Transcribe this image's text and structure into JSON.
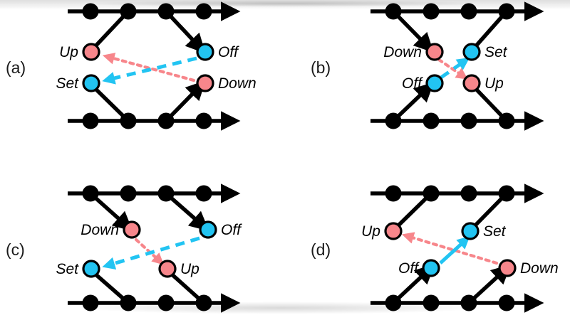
{
  "figure": {
    "description": "Four-panel schematic of two horizontal rails with black nodes and four colored state nodes labelled Up, Off, Set, Down connected by dashed pink and cyan arrows",
    "colors": {
      "pink": "#F7868B",
      "cyan": "#22C4F2",
      "black": "#000000",
      "background": "#FFFFFF"
    }
  },
  "panels": [
    {
      "id": "a",
      "label": "(a)",
      "nodes": [
        {
          "key": "up",
          "label": "Up",
          "color": "pink",
          "label_side": "left"
        },
        {
          "key": "off",
          "label": "Off",
          "color": "cyan",
          "label_side": "right"
        },
        {
          "key": "set",
          "label": "Set",
          "color": "cyan",
          "label_side": "left"
        },
        {
          "key": "down",
          "label": "Down",
          "color": "pink",
          "label_side": "right"
        }
      ],
      "arrows": [
        {
          "from": "down",
          "to": "up",
          "color": "pink",
          "style": "dotted"
        },
        {
          "from": "off",
          "to": "set",
          "color": "cyan",
          "style": "dashed"
        }
      ]
    },
    {
      "id": "b",
      "label": "(b)",
      "nodes": [
        {
          "key": "down",
          "label": "Down",
          "color": "pink",
          "label_side": "left"
        },
        {
          "key": "set",
          "label": "Set",
          "color": "cyan",
          "label_side": "right"
        },
        {
          "key": "off",
          "label": "Off",
          "color": "cyan",
          "label_side": "left"
        },
        {
          "key": "up",
          "label": "Up",
          "color": "pink",
          "label_side": "right"
        }
      ],
      "arrows": [
        {
          "from": "down",
          "to": "up",
          "color": "pink",
          "style": "dotted"
        },
        {
          "from": "off",
          "to": "set",
          "color": "cyan",
          "style": "dashed"
        }
      ]
    },
    {
      "id": "c",
      "label": "(c)",
      "nodes": [
        {
          "key": "down",
          "label": "Down",
          "color": "pink",
          "label_side": "left"
        },
        {
          "key": "off",
          "label": "Off",
          "color": "cyan",
          "label_side": "right"
        },
        {
          "key": "set",
          "label": "Set",
          "color": "cyan",
          "label_side": "left"
        },
        {
          "key": "up",
          "label": "Up",
          "color": "pink",
          "label_side": "right"
        }
      ],
      "arrows": [
        {
          "from": "down",
          "to": "up",
          "color": "pink",
          "style": "dotted"
        },
        {
          "from": "off",
          "to": "set",
          "color": "cyan",
          "style": "dashed"
        }
      ]
    },
    {
      "id": "d",
      "label": "(d)",
      "nodes": [
        {
          "key": "up",
          "label": "Up",
          "color": "pink",
          "label_side": "left"
        },
        {
          "key": "set",
          "label": "Set",
          "color": "cyan",
          "label_side": "right"
        },
        {
          "key": "off",
          "label": "Off",
          "color": "cyan",
          "label_side": "left"
        },
        {
          "key": "down",
          "label": "Down",
          "color": "pink",
          "label_side": "right"
        }
      ],
      "arrows": [
        {
          "from": "down",
          "to": "up",
          "color": "pink",
          "style": "dotted"
        },
        {
          "from": "off",
          "to": "set",
          "color": "cyan",
          "style": "dashed"
        }
      ]
    }
  ],
  "labels": {
    "a": {
      "panel": "(a)",
      "n1": "Up",
      "n2": "Off",
      "n3": "Set",
      "n4": "Down"
    },
    "b": {
      "panel": "(b)",
      "n1": "Down",
      "n2": "Set",
      "n3": "Off",
      "n4": "Up"
    },
    "c": {
      "panel": "(c)",
      "n1": "Down",
      "n2": "Off",
      "n3": "Set",
      "n4": "Up"
    },
    "d": {
      "panel": "(d)",
      "n1": "Up",
      "n2": "Set",
      "n3": "Off",
      "n4": "Down"
    }
  }
}
